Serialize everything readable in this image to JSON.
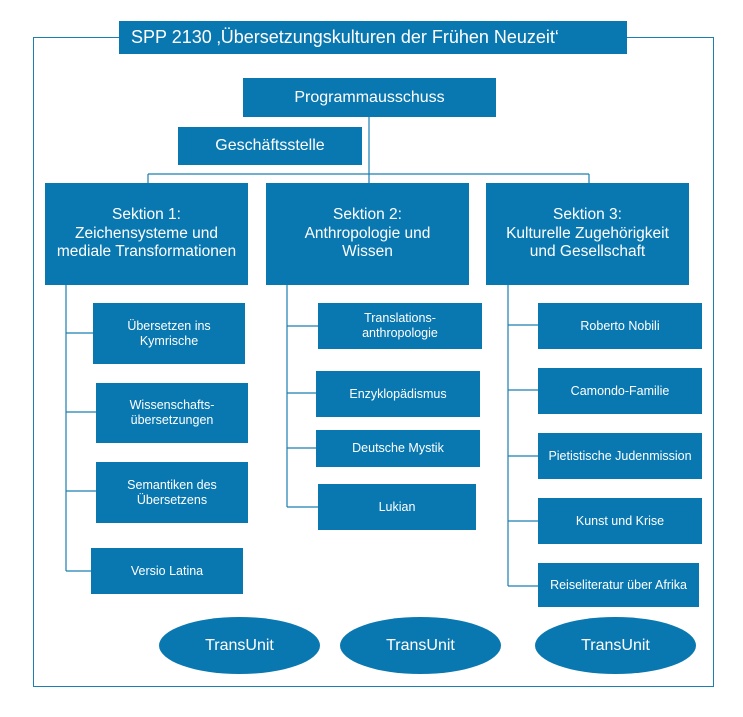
{
  "title": "SPP 2130 ‚Übersetzungskulturen der Frühen Neuzeit‘",
  "programmausschuss": "Programmausschuss",
  "geschaeftsstelle": "Geschäftsstelle",
  "sections": [
    {
      "label": "Sektion 1:\nZeichensysteme und\nmediale Transformationen",
      "items": [
        "Übersetzen ins\nKymrische",
        "Wissenschafts-\nübersetzungen",
        "Semantiken des\nÜbersetzens",
        "Versio Latina"
      ]
    },
    {
      "label": "Sektion 2:\nAnthropologie und\nWissen",
      "items": [
        "Translations-\nanthropologie",
        "Enzyklopädismus",
        "Deutsche Mystik",
        "Lukian"
      ]
    },
    {
      "label": "Sektion 3:\nKulturelle Zugehörigkeit\nund Gesellschaft",
      "items": [
        "Roberto Nobili",
        "Camondo-Familie",
        "Pietistische Judenmission",
        "Kunst und Krise",
        "Reiseliteratur über Afrika"
      ]
    }
  ],
  "transunits": [
    "TransUnit",
    "TransUnit",
    "TransUnit"
  ],
  "colors": {
    "box": "#0a78b0",
    "line": "#1b7fb1",
    "text": "#ffffff"
  }
}
